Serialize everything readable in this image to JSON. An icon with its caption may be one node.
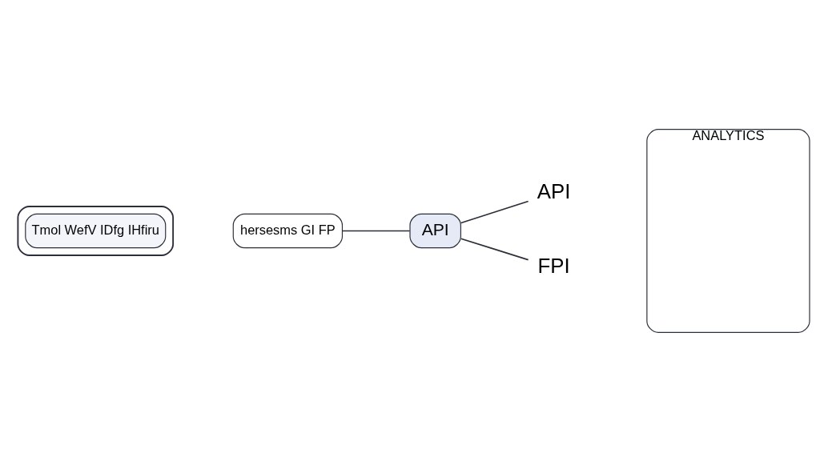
{
  "diagram": {
    "nodes": [
      {
        "text": [],
        "shape": "box"
      },
      {
        "text": [
          "Tmol WefV IDfg IHfiru"
        ],
        "in": 0
      },
      {
        "text": [
          "hersesms GI FP"
        ]
      },
      {
        "text": [
          "API"
        ]
      },
      {
        "text": [
          "API"
        ]
      },
      {
        "text": [
          "FPI"
        ]
      },
      {
        "text": [
          "ANALYTICS"
        ]
      }
    ],
    "edges": [
      {
        "from": 2,
        "to": 3,
        "arrow": "none"
      },
      {
        "from": 3,
        "to": 4,
        "arrow": "none"
      },
      {
        "from": 3,
        "to": 5,
        "arrow": "none"
      }
    ]
  }
}
